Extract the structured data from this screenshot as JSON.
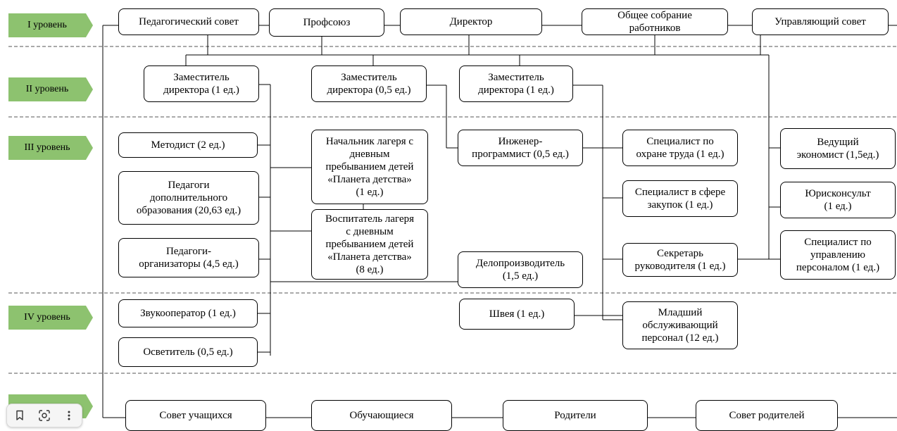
{
  "levels": [
    {
      "label": "I уровень"
    },
    {
      "label": "II уровень"
    },
    {
      "label": "III уровень"
    },
    {
      "label": "IV уровень"
    },
    {
      "label": ""
    }
  ],
  "nodes": {
    "ped_sovet": "Педагогический совет",
    "profsoyuz": "Профсоюз",
    "direktor": "Директор",
    "obshee_sobranie": "Общее собрание\nработников",
    "upr_sovet": "Управляющий совет",
    "zam1": "Заместитель\nдиректора (1 ед.)",
    "zam05": "Заместитель\nдиректора (0,5 ед.)",
    "zam2": "Заместитель\nдиректора (1 ед.)",
    "metodist": "Методист (2 ед.)",
    "ped_dop": "Педагоги\nдополнительного\nобразования (20,63 ед.)",
    "ped_org": "Педагоги-\nорганизаторы (4,5 ед.)",
    "nach_lagerya": "Начальник лагеря с\nдневным\nпребыванием детей\n«Планета детства»\n(1 ед.)",
    "vospitatel": "Воспитатель лагеря\nс дневным\nпребыванием детей\n«Планета детства»\n(8 ед.)",
    "inzhener": "Инженер-\nпрограммист (0,5 ед.)",
    "delo": "Делопроизводитель\n(1,5 ед.)",
    "spec_trud": "Специалист по\nохране труда (1 ед.)",
    "spec_zakup": "Специалист в сфере\nзакупок (1 ед.)",
    "sekretar": "Секретарь\nруководителя (1 ед.)",
    "ved_ekon": "Ведущий\nэкономист (1,5ед.)",
    "yurist": "Юрисконсульт\n(1 ед.)",
    "spec_pers": "Специалист по\nуправлению\nперсоналом (1 ед.)",
    "zvuk": "Звукооператор (1 ед.)",
    "osvet": "Осветитель (0,5 ед.)",
    "shveya": "Швея (1 ед.)",
    "mladshiy": "Младший\nобслуживающий\nперсонал (12 ед.)",
    "sovet_uch": "Совет учащихся",
    "obuch": "Обучающиеся",
    "roditeli": "Родители",
    "sovet_rod": "Совет родителей"
  },
  "colors": {
    "level_tag": "#8dc26f",
    "line": "#000000",
    "divider": "#555555"
  },
  "toolbar": {
    "icons": [
      "bookmark-icon",
      "lens-icon",
      "more-vertical-icon"
    ]
  }
}
